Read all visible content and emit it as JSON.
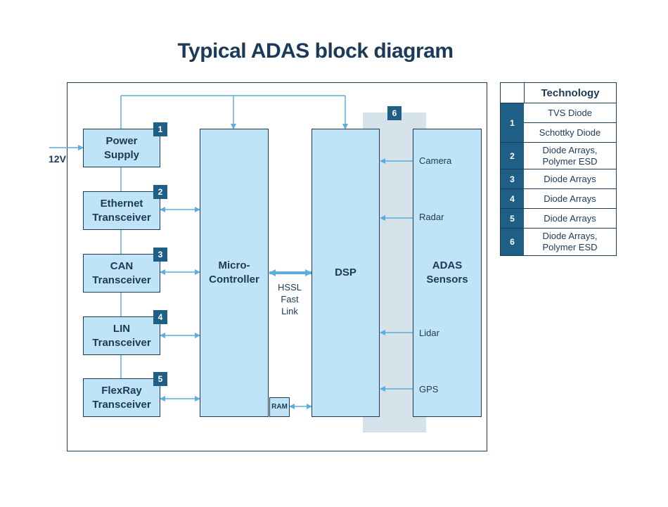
{
  "title": "Typical ADAS block diagram",
  "input_label": "12V",
  "blocks": {
    "power": {
      "label": "Power Supply",
      "badge": "1"
    },
    "ethernet": {
      "label": "Ethernet Transceiver",
      "badge": "2"
    },
    "can": {
      "label": "CAN Transceiver",
      "badge": "3"
    },
    "lin": {
      "label": "LIN Transceiver",
      "badge": "4"
    },
    "flexray": {
      "label": "FlexRay Transceiver",
      "badge": "5"
    },
    "mcu": {
      "label": "Micro-Controller"
    },
    "dsp": {
      "label": "DSP"
    },
    "sensors": {
      "label": "ADAS Sensors"
    },
    "ram": {
      "label": "RAM"
    }
  },
  "link_label": "HSSL Fast Link",
  "sensor_zone_badge": "6",
  "sensor_inputs": [
    "Camera",
    "Radar",
    "Lidar",
    "GPS"
  ],
  "table": {
    "header": "Technology",
    "rows": [
      {
        "num": "1",
        "items": [
          "TVS Diode",
          "Schottky Diode"
        ]
      },
      {
        "num": "2",
        "items": [
          "Diode Arrays, Polymer ESD"
        ]
      },
      {
        "num": "3",
        "items": [
          "Diode Arrays"
        ]
      },
      {
        "num": "4",
        "items": [
          "Diode Arrays"
        ]
      },
      {
        "num": "5",
        "items": [
          "Diode Arrays"
        ]
      },
      {
        "num": "6",
        "items": [
          "Diode Arrays, Polymer ESD"
        ]
      }
    ]
  },
  "colors": {
    "block_fill": "#bfe3f7",
    "outline": "#1b3a57",
    "badge": "#1f5f86",
    "arrow": "#5aaee0",
    "sensor_zone": "#d5e2ea"
  }
}
